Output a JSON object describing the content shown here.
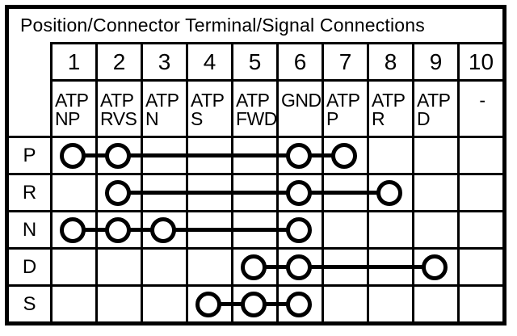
{
  "title": "Position/Connector Terminal/Signal Connections",
  "terminals": [
    "1",
    "2",
    "3",
    "4",
    "5",
    "6",
    "7",
    "8",
    "9",
    "10"
  ],
  "signals": [
    {
      "name": "ATP NP",
      "lines": [
        "ATP",
        "NP"
      ],
      "align": "left"
    },
    {
      "name": "ATP RVS",
      "lines": [
        "ATP",
        "RVS"
      ],
      "align": "left"
    },
    {
      "name": "ATP N",
      "lines": [
        "ATP",
        "N"
      ],
      "align": "left"
    },
    {
      "name": "ATP S",
      "lines": [
        "ATP",
        "S"
      ],
      "align": "left"
    },
    {
      "name": "ATP FWD",
      "lines": [
        "ATP",
        "FWD"
      ],
      "align": "left"
    },
    {
      "name": "GND",
      "lines": [
        "GND"
      ],
      "align": "left"
    },
    {
      "name": "ATP P",
      "lines": [
        "ATP",
        "P"
      ],
      "align": "left"
    },
    {
      "name": "ATP R",
      "lines": [
        "ATP",
        "R"
      ],
      "align": "left"
    },
    {
      "name": "ATP D",
      "lines": [
        "ATP",
        "D"
      ],
      "align": "left"
    },
    {
      "name": "-",
      "lines": [
        "-"
      ],
      "align": "center"
    }
  ],
  "positions": [
    {
      "label": "P",
      "connected_terminals": [
        1,
        2,
        6,
        7
      ]
    },
    {
      "label": "R",
      "connected_terminals": [
        2,
        6,
        8
      ]
    },
    {
      "label": "N",
      "connected_terminals": [
        1,
        2,
        3,
        6
      ]
    },
    {
      "label": "D",
      "connected_terminals": [
        5,
        6,
        9
      ]
    },
    {
      "label": "S",
      "connected_terminals": [
        4,
        5,
        6
      ]
    }
  ],
  "style": {
    "ink": "#000000",
    "paper": "#ffffff"
  }
}
